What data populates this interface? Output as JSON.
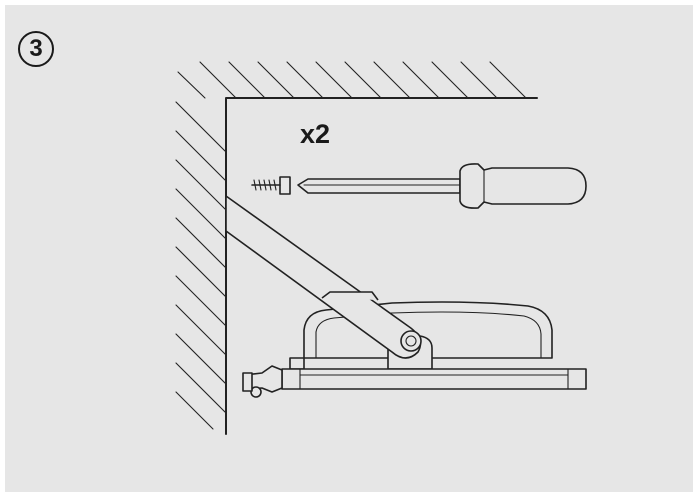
{
  "step": {
    "number": "3"
  },
  "quantity": {
    "text": "x2"
  },
  "icons": [
    "wall-corner-hatching",
    "screw-icon",
    "screwdriver-icon",
    "mounting-bracket-arm",
    "light-fixture-housing",
    "hinge-clip"
  ]
}
